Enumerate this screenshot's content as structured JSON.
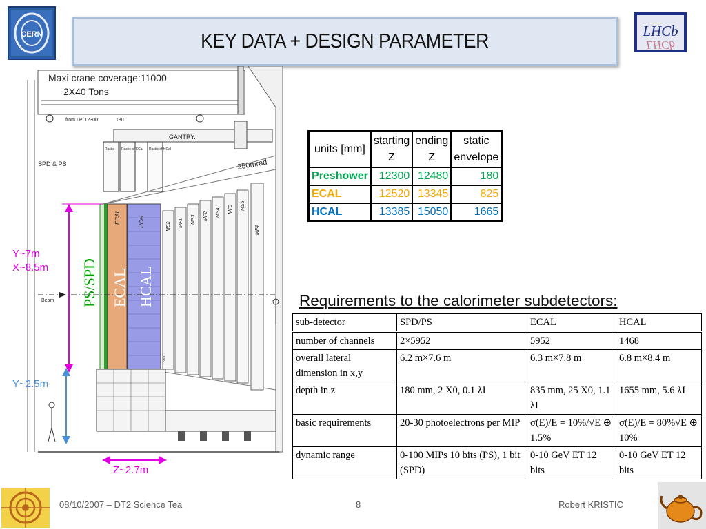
{
  "slide": {
    "title": "KEY DATA + DESIGN PARAMETER"
  },
  "drawing": {
    "crane": "Maxi crane coverage:11000",
    "tons": "2X40 Tons",
    "from_ip": "from I.P. 12300",
    "dim_180": "180",
    "gantry": "GANTRY.",
    "spd_ps": "SPD & PS",
    "mrad": "250mrad",
    "beam": "Beam",
    "rack1": "Racks of ECal",
    "rack2": "Racks of HCal",
    "rack3": "Racks",
    "col_ecal": "ECAL",
    "col_hcal": "HCal",
    "muons": [
      "MS2",
      "MF1",
      "MS3",
      "MF2",
      "MS4",
      "MF3",
      "MS5",
      "MF4"
    ],
    "overlay_ps": "PS/SPD",
    "overlay_ecal": "ECAL",
    "overlay_hcal": "HCAL",
    "y_big_1": "Y~7m",
    "y_big_2": "X~8.5m",
    "y_small": "Y~2.5m",
    "z_dim": "Z~2.7m",
    "dim_6300": "6300"
  },
  "table1": {
    "headers": [
      [
        "units [mm]",
        ""
      ],
      [
        "starting",
        "Z"
      ],
      [
        "ending",
        "Z"
      ],
      [
        "static",
        "envelope"
      ]
    ],
    "rows": [
      {
        "name": "Preshower",
        "start": "12300",
        "end": "12480",
        "env": "180",
        "color": "#00a651"
      },
      {
        "name": "ECAL",
        "start": "12520",
        "end": "13345",
        "env": "825",
        "color": "#f5a800"
      },
      {
        "name": "HCAL",
        "start": "13385",
        "end": "15050",
        "env": "1665",
        "color": "#0070c0"
      }
    ]
  },
  "requirements": {
    "title": "Requirements to the calorimeter subdetectors:",
    "headers": [
      "sub-detector",
      "SPD/PS",
      "ECAL",
      "HCAL"
    ],
    "rows": [
      [
        "number of channels",
        "2×5952",
        "5952",
        "1468"
      ],
      [
        "overall lateral dimension in x,y",
        "6.2 m×7.6 m",
        "6.3 m×7.8 m",
        "6.8 m×8.4 m"
      ],
      [
        "depth in z",
        "180 mm, 2 X0, 0.1 λI",
        "835 mm, 25 X0, 1.1 λI",
        "1655 mm, 5.6 λI"
      ],
      [
        "basic requirements",
        "20-30 photoelectrons per MIP",
        "σ(E)/E = 10%/√E ⊕ 1.5%",
        "σ(E)/E = 80%√E ⊕ 10%"
      ],
      [
        "dynamic range",
        "0-100 MIPs 10 bits (PS), 1 bit (SPD)",
        "0-10 GeV ET 12 bits",
        "0-10 GeV ET 12 bits"
      ]
    ]
  },
  "footer": {
    "date": "08/10/2007 – DT2 Science Tea",
    "page": "8",
    "author": "Robert KRISTIC"
  },
  "logos": {
    "cern": "CERN",
    "lhcb": "LHCb"
  }
}
